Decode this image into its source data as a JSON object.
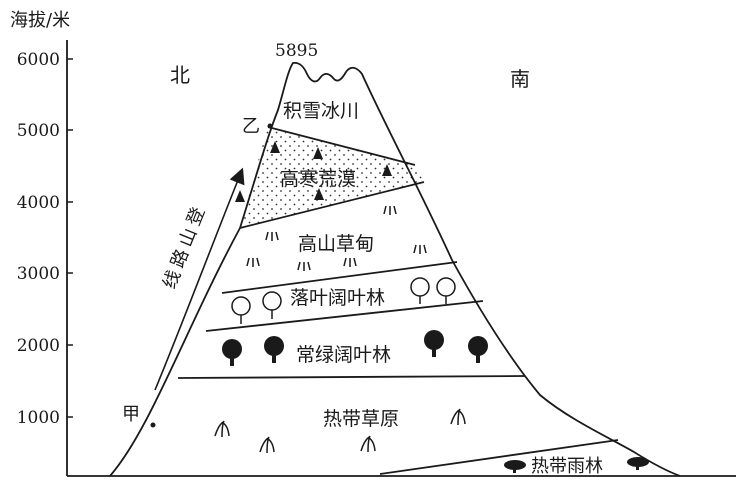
{
  "axis": {
    "title": "海拔/米",
    "ticks": [
      "6000",
      "5000",
      "4000",
      "3000",
      "2000",
      "1000"
    ]
  },
  "directions": {
    "north": "北",
    "south": "南"
  },
  "peak_label": "5895",
  "route_label": [
    "登",
    "山",
    "路",
    "线"
  ],
  "points": {
    "jia": "甲",
    "yi": "乙"
  },
  "zones": [
    "积雪冰川",
    "高寒荒漠",
    "高山草甸",
    "落叶阔叶林",
    "常绿阔叶林",
    "热带草原",
    "热带雨林"
  ]
}
